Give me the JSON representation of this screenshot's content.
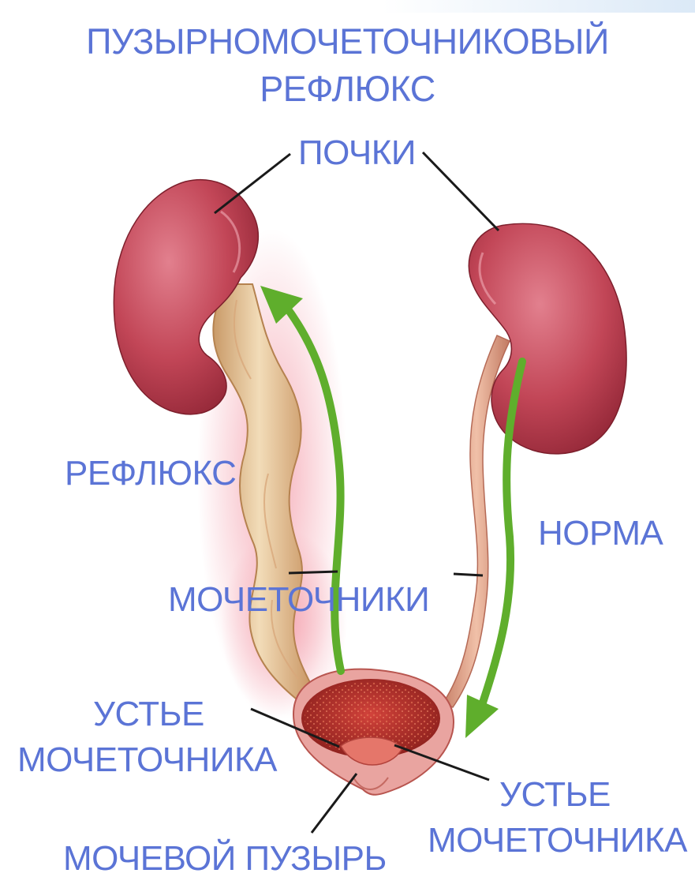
{
  "diagram": {
    "title_line1": "ПУЗЫРНОМОЧЕТОЧНИКОВЫЙ",
    "title_line2": "РЕФЛЮКС",
    "labels": {
      "kidneys": "ПОЧКИ",
      "reflux": "РЕФЛЮКС",
      "norm": "НОРМА",
      "ureters": "МОЧЕТОЧНИКИ",
      "orifice_left_line1": "УСТЬЕ",
      "orifice_left_line2": "МОЧЕТОЧНИКА",
      "orifice_right_line1": "УСТЬЕ",
      "orifice_right_line2": "МОЧЕТОЧНИКА",
      "bladder": "МОЧЕВОЙ ПУЗЫРЬ"
    },
    "colors": {
      "label_text": "#5b74d6",
      "kidney": "#b93a4c",
      "ureter_dilated": "#e8c9a0",
      "ureter_normal": "#d99a80",
      "flow_arrow": "#5fae2c",
      "reflux_glow": "#f3a6b2",
      "leader_line": "#1a1a1a"
    }
  }
}
